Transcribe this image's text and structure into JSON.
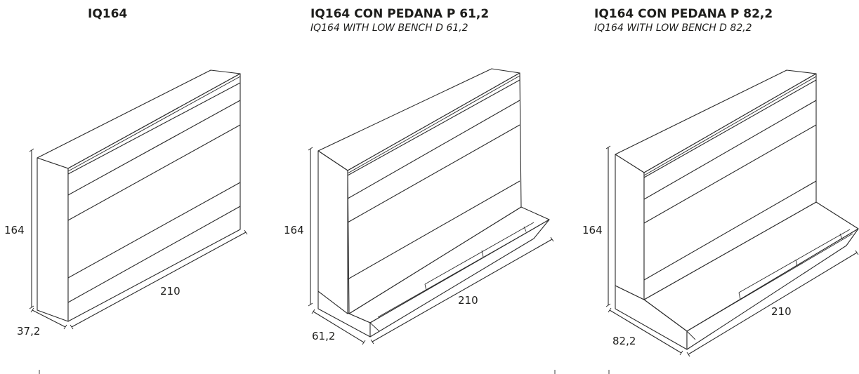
{
  "models": [
    {
      "title": "IQ164",
      "subtitle": "",
      "dims": {
        "height": "164",
        "width": "210",
        "depth": "37,2"
      }
    },
    {
      "title": "IQ164 CON PEDANA P 61,2",
      "subtitle": "IQ164 WITH LOW BENCH D 61,2",
      "dims": {
        "height": "164",
        "width": "210",
        "depth": "61,2"
      }
    },
    {
      "title": "IQ164 CON PEDANA P 82,2",
      "subtitle": "IQ164 WITH LOW BENCH D 82,2",
      "dims": {
        "height": "164",
        "width": "210",
        "depth": "82,2"
      }
    }
  ],
  "colors": {
    "line": "#2a2a2a",
    "text": "#1d1d1b"
  }
}
